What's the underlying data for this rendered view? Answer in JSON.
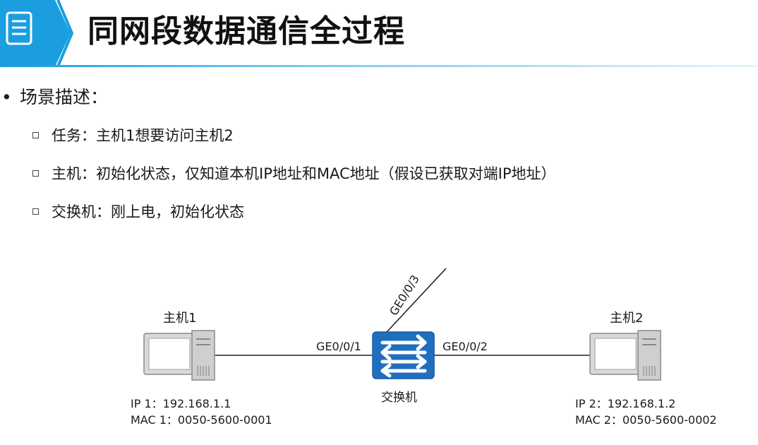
{
  "header": {
    "title": "同网段数据通信全过程",
    "icon": "document-list-icon",
    "accent_color": "#1a9ee0"
  },
  "content": {
    "heading": "场景描述：",
    "items": [
      "任务：主机1想要访问主机2",
      "主机：初始化状态，仅知道本机IP地址和MAC地址（假设已获取对端IP地址）",
      "交换机：刚上电，初始化状态"
    ]
  },
  "diagram": {
    "host1": {
      "name": "主机1",
      "ip": "IP 1：192.168.1.1",
      "mac": "MAC 1：0050-5600-0001",
      "icon": "desktop-computer-icon"
    },
    "host2": {
      "name": "主机2",
      "ip": "IP 2：192.168.1.2",
      "mac": "MAC 2：0050-5600-0002",
      "icon": "desktop-computer-icon"
    },
    "switch": {
      "name": "交换机",
      "icon": "switch-arrows-icon",
      "color": "#1f6fc0"
    },
    "ports": {
      "p1": "GE0/0/1",
      "p2": "GE0/0/2",
      "p3": "GE0/0/3"
    }
  }
}
